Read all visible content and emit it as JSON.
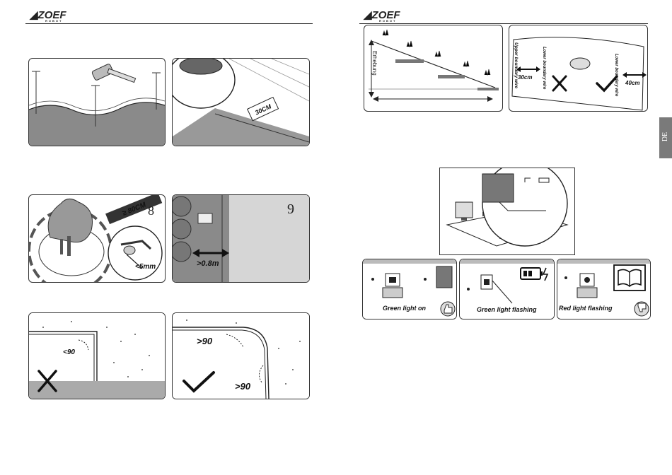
{
  "header": {
    "logo_left": "ZOEF",
    "logo_left_sub": "ROBOT",
    "logo_right": "ZOEF",
    "logo_right_sub": "ROBOT"
  },
  "side_tab": {
    "label": "DE"
  },
  "left_page": {
    "step_8": "8",
    "step_9": "9",
    "labels": {
      "distance_80cm": "≥ 80CM",
      "wire_30cm": "30CM",
      "height_5mm": "<5mm",
      "width_08m": ">0.8m",
      "angle_bad": "<90",
      "angle_good_top": ">90",
      "angle_good_bottom": ">90"
    }
  },
  "right_page": {
    "slope_label": "Erhebung",
    "upper_wire": "Upper boundary wire",
    "lower_wire_left": "Lower boundary wire",
    "lower_wire_right": "Lower boundary wire",
    "dist_30cm": "30cm",
    "dist_40cm": "40cm",
    "status": [
      {
        "caption": "Green light on"
      },
      {
        "caption": "Green light flashing"
      },
      {
        "caption": "Red light flashing"
      }
    ]
  }
}
